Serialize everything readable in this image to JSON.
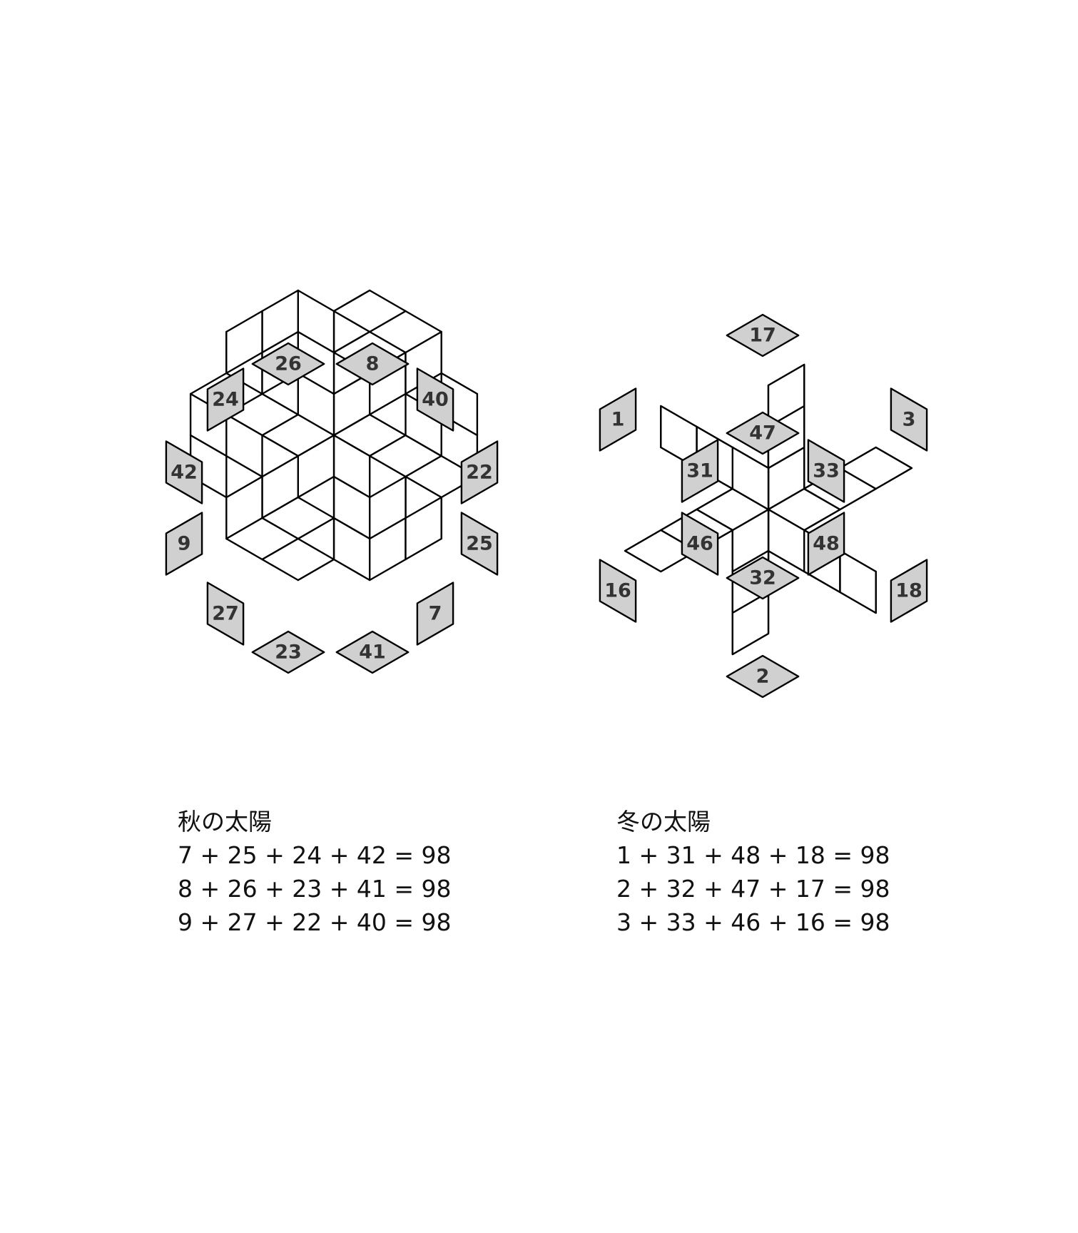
{
  "autumn": {
    "title": "秋の太陽",
    "equations": [
      "7 + 25 + 24 + 42 = 98",
      "8 + 26 + 23 + 41 = 98",
      "9 + 27 + 22 + 40 = 98"
    ],
    "shaded": [
      {
        "cell": "T2",
        "label": "26"
      },
      {
        "cell": "T3",
        "label": "8"
      },
      {
        "cell": "L3",
        "label": "24"
      },
      {
        "cell": "L2",
        "label": "42"
      },
      {
        "cell": "L1",
        "label": "9"
      },
      {
        "cell": "B3",
        "label": "27"
      },
      {
        "cell": "B2",
        "label": "23"
      },
      {
        "cell": "B1",
        "label": "41"
      },
      {
        "cell": "R3",
        "label": "7"
      },
      {
        "cell": "R2",
        "label": "25"
      },
      {
        "cell": "R1",
        "label": "22"
      },
      {
        "cell": "T1",
        "label": "40"
      }
    ]
  },
  "winter": {
    "title": "冬の太陽",
    "equations": [
      "1 + 31 + 48 + 18 = 98",
      "2 + 32 + 47 + 17 = 98",
      "3 + 33 + 46 + 16 = 98"
    ],
    "shaded": [
      {
        "cell": "IT",
        "label": "17"
      },
      {
        "cell": "IUL",
        "label": "1"
      },
      {
        "cell": "IUR",
        "label": "3"
      },
      {
        "cell": "ILL",
        "label": "16"
      },
      {
        "cell": "ILR",
        "label": "18"
      },
      {
        "cell": "IB",
        "label": "2"
      },
      {
        "cell": "CT",
        "label": "47"
      },
      {
        "cell": "CUL",
        "label": "31"
      },
      {
        "cell": "CUR",
        "label": "33"
      },
      {
        "cell": "CLL",
        "label": "46"
      },
      {
        "cell": "CLR",
        "label": "48"
      },
      {
        "cell": "CB",
        "label": "32"
      }
    ]
  },
  "colors": {
    "shade": "#d0d0d0",
    "line": "#000000",
    "background": "#ffffff"
  }
}
